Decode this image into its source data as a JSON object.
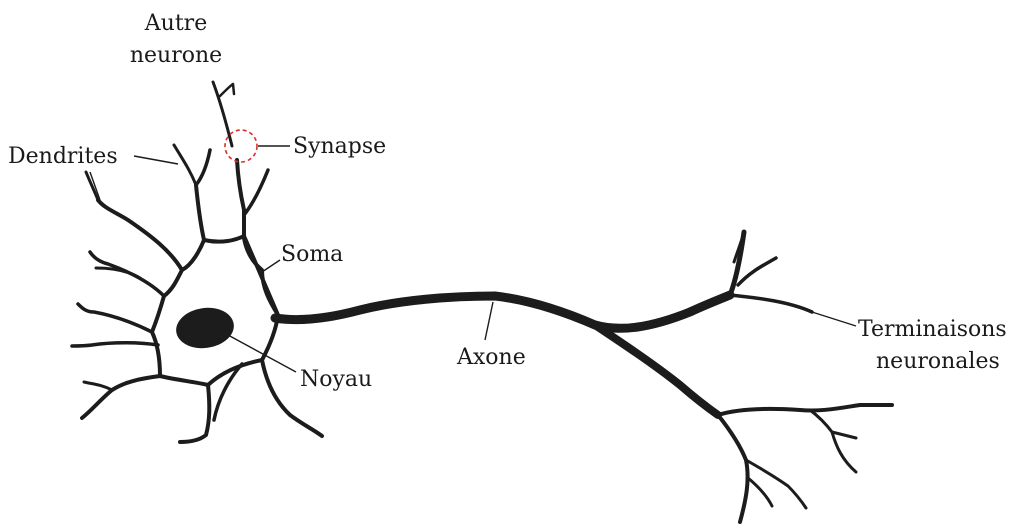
{
  "labels": {
    "autre_neurone_line1": "Autre",
    "autre_neurone_line2": "neurone",
    "synapse": "Synapse",
    "dendrites": "Dendrites",
    "soma": "Soma",
    "noyau": "Noyau",
    "axone": "Axone",
    "terminaisons_line1": "Terminaisons",
    "terminaisons_line2": "neuronales"
  },
  "colors": {
    "ink": "#1c1c1c",
    "synapse_marker": "#d9302b",
    "background": "#ffffff"
  }
}
